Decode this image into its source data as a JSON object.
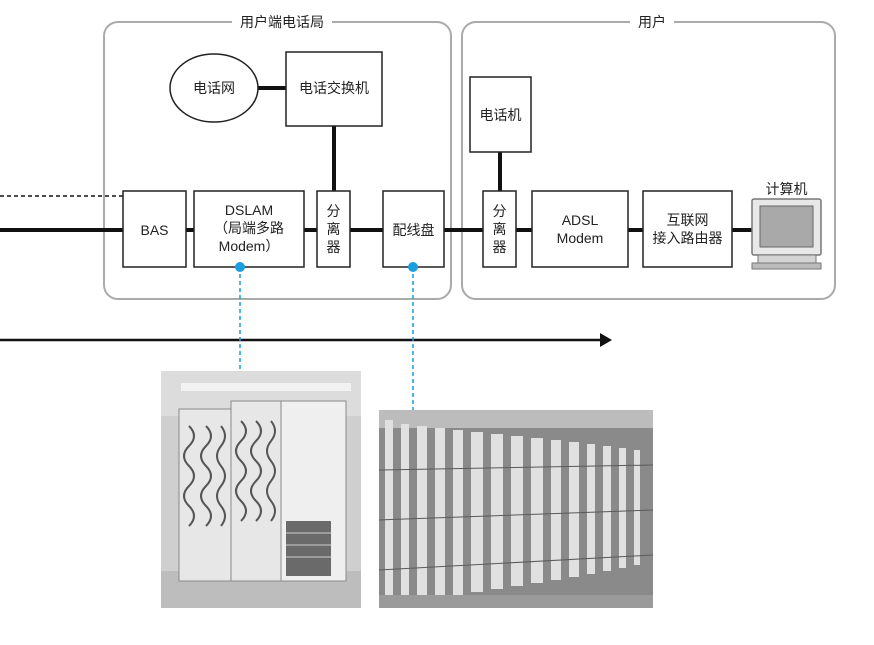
{
  "groups": {
    "central_office": "用户端电话局",
    "user": "用户"
  },
  "nodes": {
    "telephone_network": "电话网",
    "telephone_exchange": "电话交换机",
    "bas": "BAS",
    "dslam_line1": "DSLAM",
    "dslam_line2": "（局端多路",
    "dslam_line3": "Modem）",
    "splitter_co": [
      "分",
      "离",
      "器"
    ],
    "mdf": "配线盘",
    "telephone": "电话机",
    "splitter_user": [
      "分",
      "离",
      "器"
    ],
    "adsl_line1": "ADSL",
    "adsl_line2": "Modem",
    "router_line1": "互联网",
    "router_line2": "接入路由器",
    "computer": "计算机"
  },
  "colors": {
    "line": "#111111",
    "box_border": "#222222",
    "group_border": "#aaaaaa",
    "callout": "#1a9ee0"
  },
  "photos": {
    "dslam_rack": "dslam-equipment-rack-photo",
    "mdf_frame": "main-distribution-frame-photo"
  }
}
